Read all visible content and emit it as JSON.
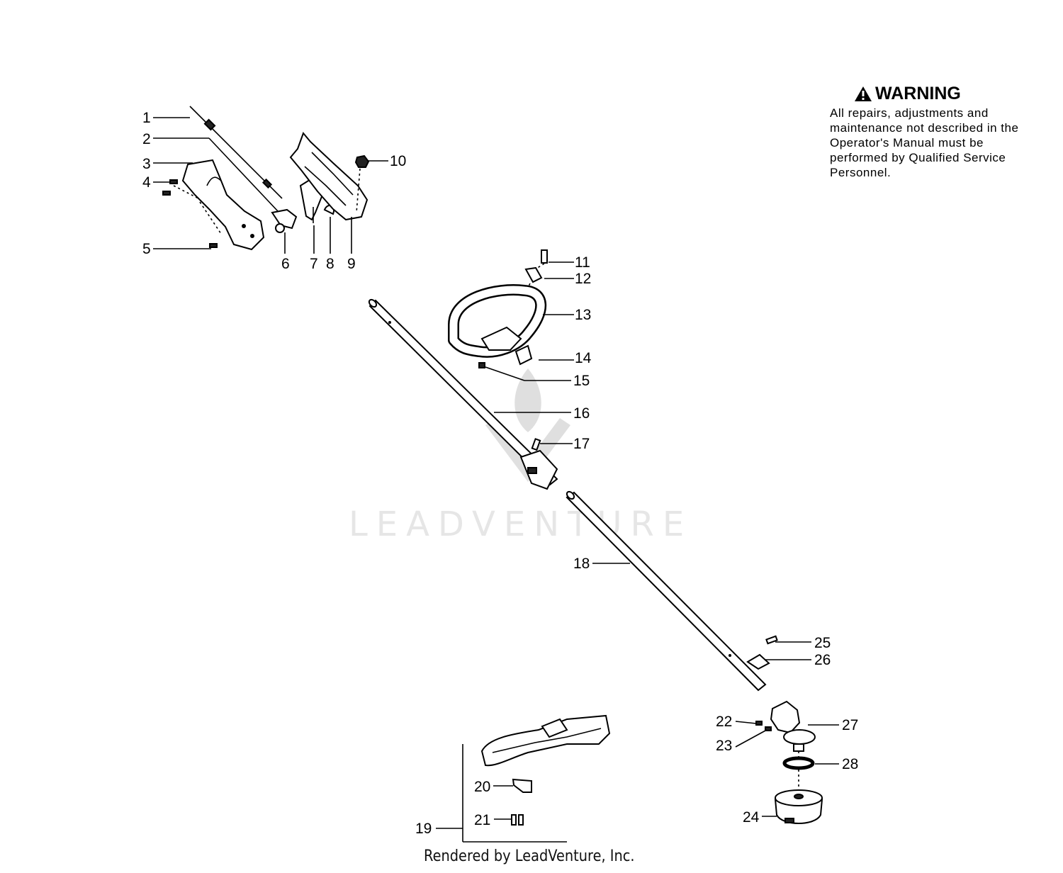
{
  "warning": {
    "title": "WARNING",
    "body": "All repairs, adjustments and maintenance not described in the Operator's Manual must be performed by Qualified Service Personnel."
  },
  "watermark": "LEADVENTURE",
  "footer": "Rendered by LeadVenture, Inc.",
  "callouts": [
    "1",
    "2",
    "3",
    "4",
    "5",
    "6",
    "7",
    "8",
    "9",
    "10",
    "11",
    "12",
    "13",
    "14",
    "15",
    "16",
    "17",
    "18",
    "19",
    "20",
    "21",
    "22",
    "23",
    "24",
    "25",
    "26",
    "27",
    "28"
  ]
}
